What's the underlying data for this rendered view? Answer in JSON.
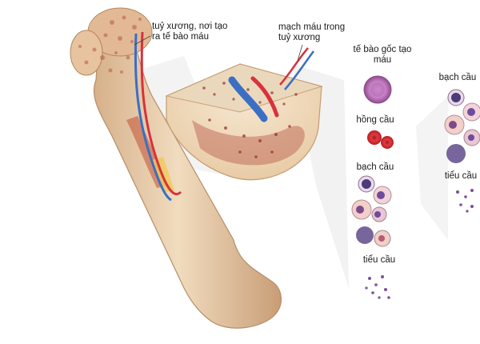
{
  "labels": {
    "marrow": "tuỷ xương, nơi tạo\nra tế bào máu",
    "vessel": "mạch máu trong\ntuỷ xương",
    "stem_cell": "tế bào gốc tạo\nmáu",
    "red_cell": "hồng cầu",
    "white_cell": "bạch cầu",
    "platelet": "tiểu cầu",
    "white_cell_right": "bạch cầu",
    "platelet_right": "tiểu cầu"
  },
  "colors": {
    "bone": "#e9cca6",
    "bone_shadow": "#c9a27c",
    "marrow": "#b8584a",
    "artery": "#d8323c",
    "vein": "#3a6fc4",
    "stem_cell": "#c77fc3",
    "red_cell": "#d6282e",
    "white_cell": "#6e4b9b",
    "platelet": "#7c4f9a"
  }
}
